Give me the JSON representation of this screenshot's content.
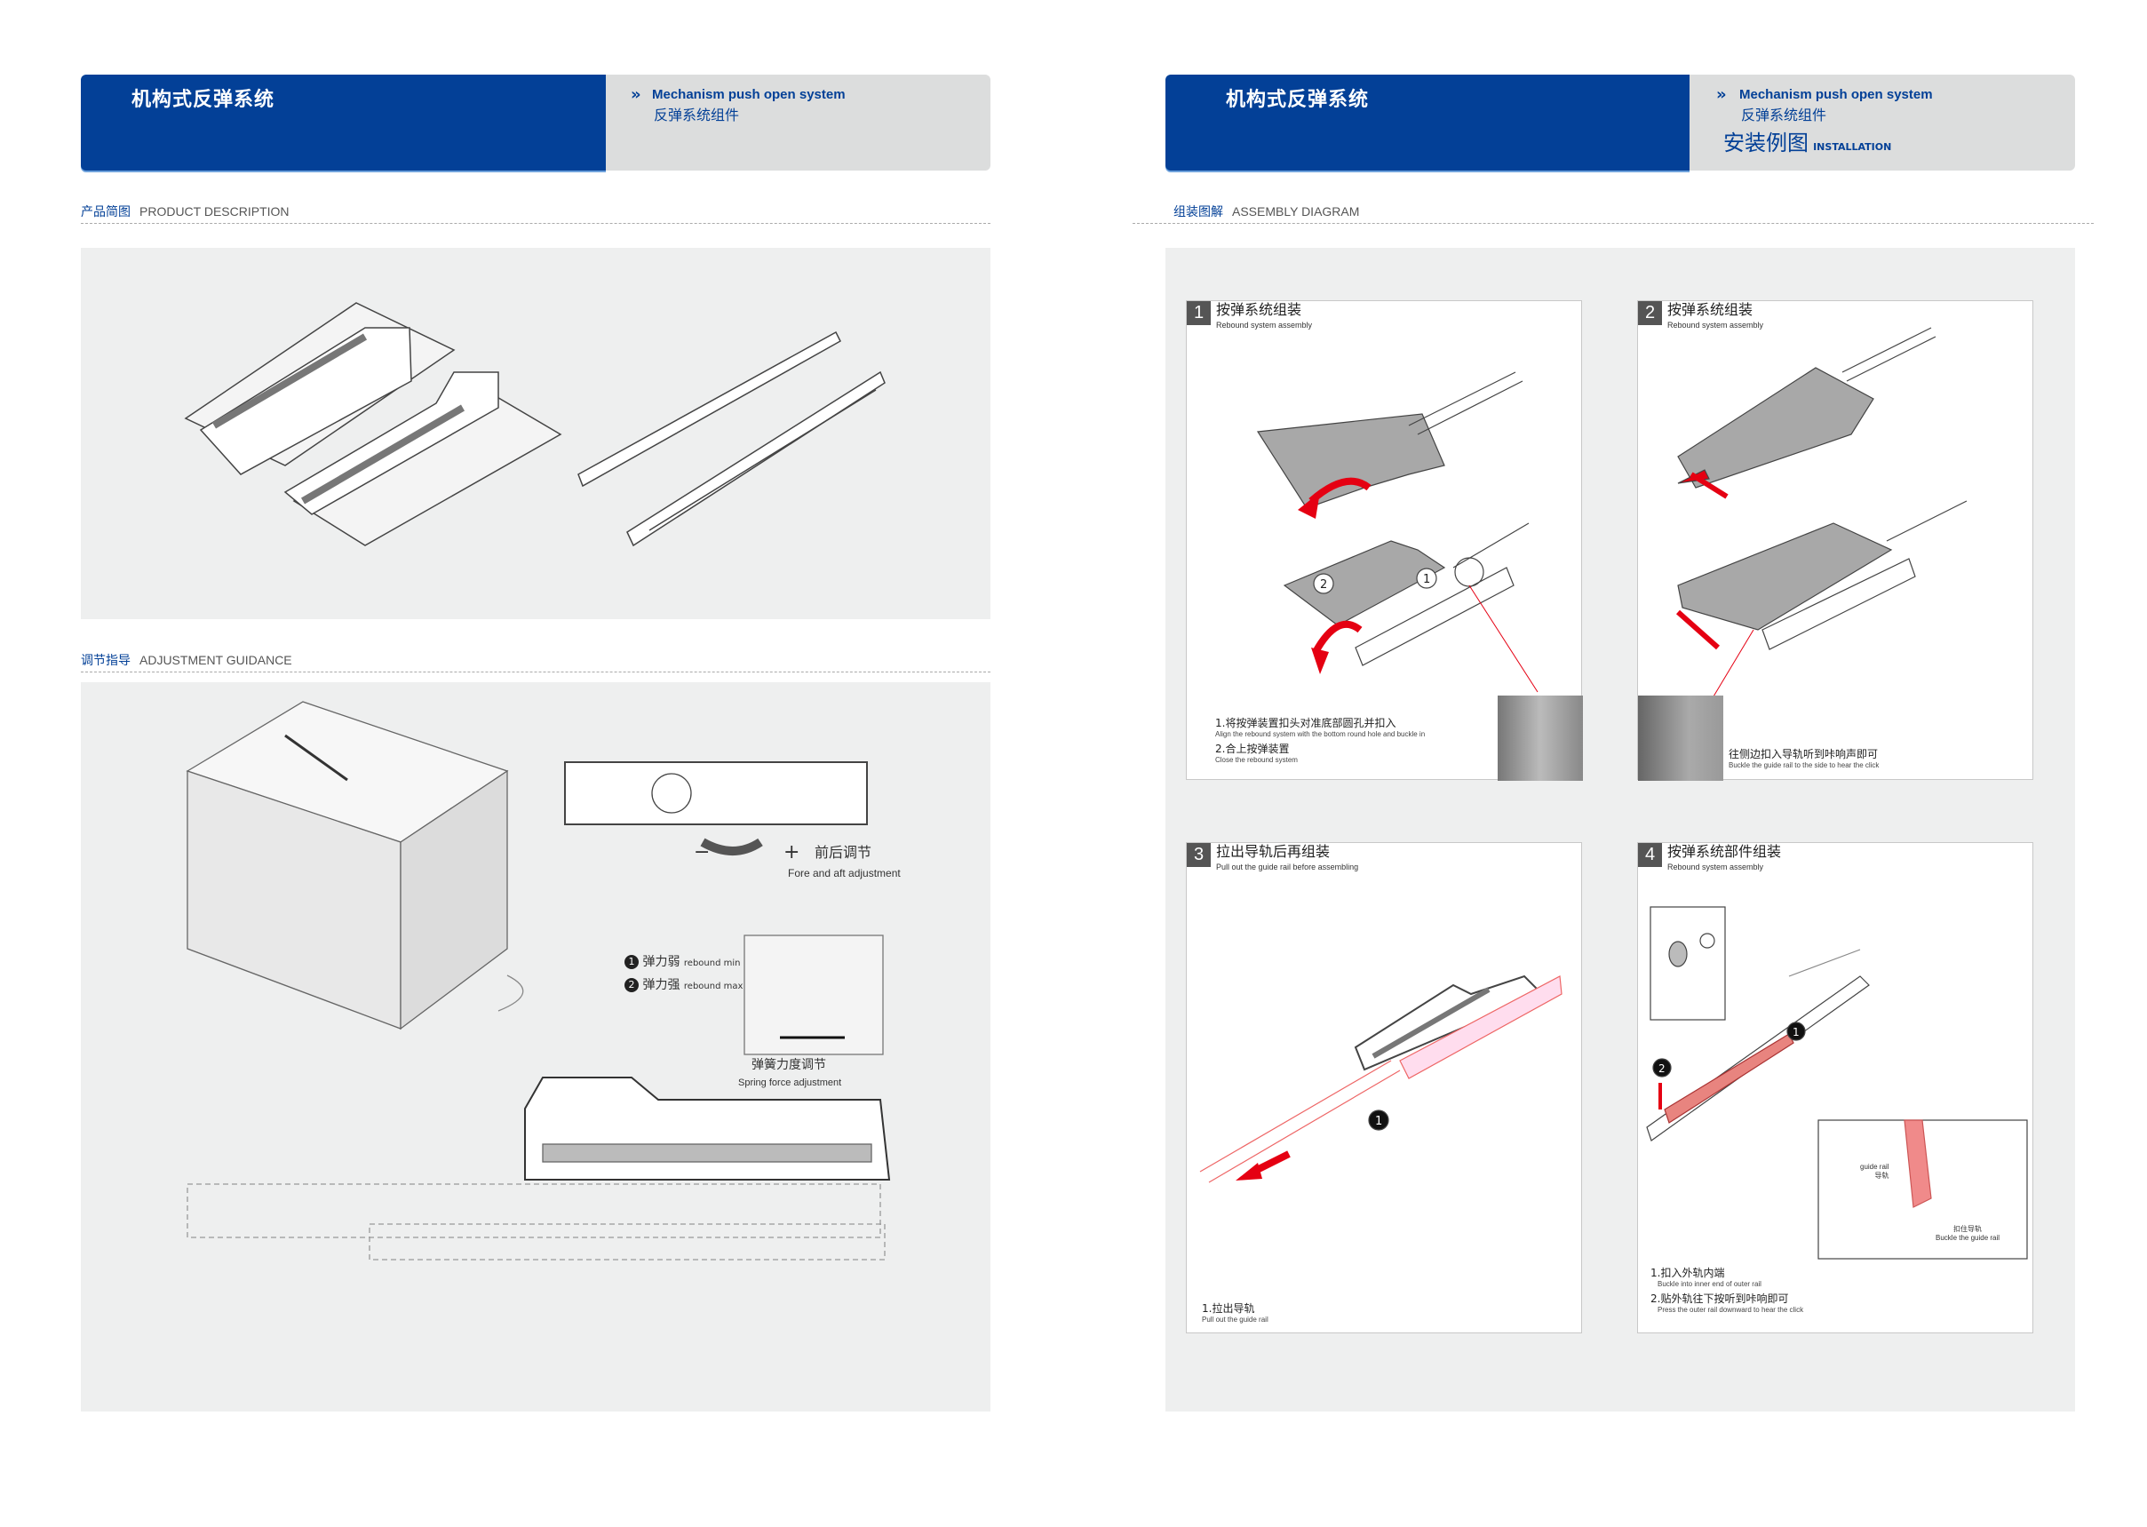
{
  "left_page": {
    "header": {
      "title": "机构式反弹系统",
      "en_subtitle": "Mechanism push open system",
      "cn_subtitle": "反弹系统组件"
    },
    "product_section": {
      "cn": "产品简图",
      "en": "PRODUCT DESCRIPTION"
    },
    "adjust_section": {
      "cn": "调节指导",
      "en": "ADJUSTMENT GUIDANCE"
    },
    "adjust": {
      "minus": "−",
      "plus": "+",
      "fore_aft_cn": "前后调节",
      "fore_aft_en": "Fore and aft adjustment",
      "legend": [
        {
          "num": "1",
          "cn": "弹力弱",
          "en": "rebound min"
        },
        {
          "num": "2",
          "cn": "弹力强",
          "en": "rebound max"
        }
      ],
      "spring_cn": "弹簧力度调节",
      "spring_en": "Spring force adjustment"
    }
  },
  "right_page": {
    "header": {
      "title": "机构式反弹系统",
      "en_subtitle": "Mechanism push open system",
      "cn_subtitle": "反弹系统组件",
      "install_cn": "安装例图",
      "install_en": "INSTALLATION"
    },
    "assembly_section": {
      "cn": "组装图解",
      "en": "ASSEMBLY DIAGRAM"
    },
    "cards": [
      {
        "num": "1",
        "title": "按弹系统组装",
        "subtitle": "Rebound system assembly",
        "notes": [
          {
            "cn": "1.将按弹装置扣头对准底部圆孔并扣入",
            "en": "Align the rebound system with the bottom round hole and buckle in"
          },
          {
            "cn": "2.合上按弹装置",
            "en": "Close the rebound system"
          }
        ],
        "markers": [
          "1",
          "2"
        ]
      },
      {
        "num": "2",
        "title": "按弹系统组装",
        "subtitle": "Rebound system assembly",
        "notes": [
          {
            "cn": "往侧边扣入导轨听到咔响声即可",
            "en": "Buckle the guide rail to the side to hear the click"
          }
        ]
      },
      {
        "num": "3",
        "title": "拉出导轨后再组装",
        "subtitle": "Pull out the guide rail before assembling",
        "notes": [
          {
            "cn": "1.拉出导轨",
            "en": "Pull out the guide rail"
          }
        ],
        "markers": [
          "1"
        ]
      },
      {
        "num": "4",
        "title": "按弹系统部件组装",
        "subtitle": "Rebound system assembly",
        "notes": [
          {
            "cn": "1.扣入外轨内端",
            "en": "Buckle into inner end of outer rail"
          },
          {
            "cn": "2.贴外轨往下按听到咔响即可",
            "en": "Press the outer rail downward to hear the click"
          }
        ],
        "markers": [
          "2",
          "1"
        ],
        "inset": {
          "guide_en": "guide rail",
          "guide_cn": "导轨",
          "buckle_cn": "扣住导轨",
          "buckle_en": "Buckle the guide rail"
        }
      }
    ]
  },
  "colors": {
    "brand_blue": "#034097",
    "header_gray": "#dcdddd",
    "panel": "#eeefef",
    "accent_red": "#e50012"
  }
}
